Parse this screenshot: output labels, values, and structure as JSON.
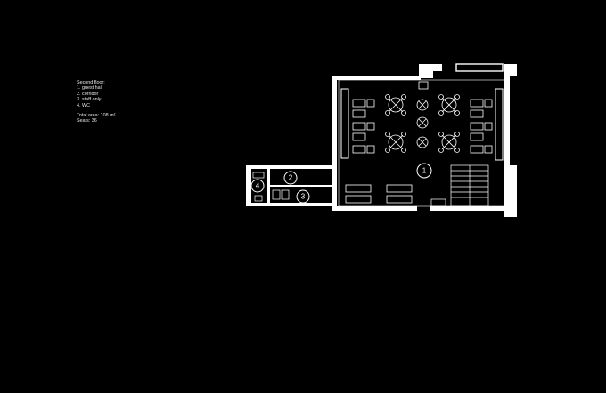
{
  "legend": {
    "heading": "Second floor:",
    "items": [
      "1. guest hall",
      "2. corridor",
      "3. staff only",
      "4. WC"
    ],
    "total_area": "Total area: 108 m²",
    "seats": "Seats: 36"
  },
  "rooms": [
    {
      "number": "1",
      "name": "guest hall"
    },
    {
      "number": "2",
      "name": "corridor"
    },
    {
      "number": "3",
      "name": "staff only"
    },
    {
      "number": "4",
      "name": "WC"
    }
  ],
  "colors": {
    "background": "#000000",
    "lines": "#ffffff"
  }
}
